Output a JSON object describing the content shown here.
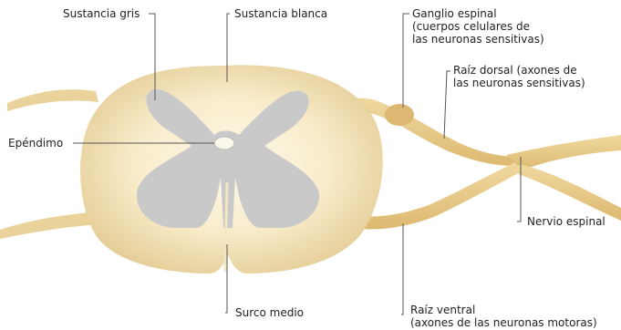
{
  "labels": {
    "sustancia_gris": "Sustancia gris",
    "sustancia_blanca": "Sustancia blanca",
    "ganglio_line1": "Ganglio espinal",
    "ganglio_line2": "(cuerpos celulares de",
    "ganglio_line3": "las neuronas sensitivas)",
    "raiz_dorsal_line1": "Raíz dorsal (axones de",
    "raiz_dorsal_line2": "las neuronas sensitivas)",
    "ependimo": "Epéndimo",
    "nervio_espinal": "Nervio espinal",
    "surco_medio": "Surco medio",
    "raiz_ventral_line1": "Raíz ventral",
    "raiz_ventral_line2": "(axones de las neuronas motoras)"
  },
  "colors": {
    "white_matter_edge": "#e6cf9a",
    "white_matter_center": "#fbf5e2",
    "gray_matter": "#c9c9c9",
    "nerve": "#e8c983",
    "leader_line": "#555555",
    "text": "#222222"
  }
}
